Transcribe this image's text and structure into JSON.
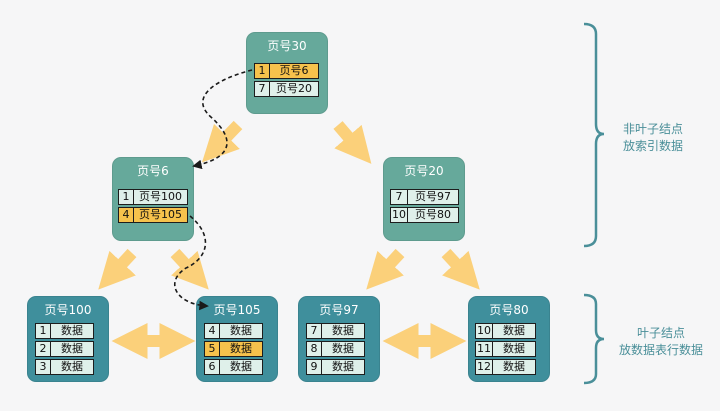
{
  "colors": {
    "internal_node": "#66a99b",
    "leaf_node": "#3f8f9c",
    "cell": "#dff0ea",
    "highlight": "#f6c24c",
    "arrow": "#fbd07a",
    "brace": "#4a8f99",
    "path": "#1a1a1a"
  },
  "root": {
    "title": "页号30",
    "rows": [
      {
        "key": "1",
        "val": "页号6",
        "highlight": true
      },
      {
        "key": "7",
        "val": "页号20",
        "highlight": false
      }
    ]
  },
  "mid_left": {
    "title": "页号6",
    "rows": [
      {
        "key": "1",
        "val": "页号100",
        "highlight": false
      },
      {
        "key": "4",
        "val": "页号105",
        "highlight": true
      }
    ]
  },
  "mid_right": {
    "title": "页号20",
    "rows": [
      {
        "key": "7",
        "val": "页号97",
        "highlight": false
      },
      {
        "key": "10",
        "val": "页号80",
        "highlight": false
      }
    ]
  },
  "leaves": [
    {
      "title": "页号100",
      "rows": [
        {
          "key": "1",
          "val": "数据",
          "highlight": false
        },
        {
          "key": "2",
          "val": "数据",
          "highlight": false
        },
        {
          "key": "3",
          "val": "数据",
          "highlight": false
        }
      ]
    },
    {
      "title": "页号105",
      "rows": [
        {
          "key": "4",
          "val": "数据",
          "highlight": false
        },
        {
          "key": "5",
          "val": "数据",
          "highlight": true
        },
        {
          "key": "6",
          "val": "数据",
          "highlight": false
        }
      ]
    },
    {
      "title": "页号97",
      "rows": [
        {
          "key": "7",
          "val": "数据",
          "highlight": false
        },
        {
          "key": "8",
          "val": "数据",
          "highlight": false
        },
        {
          "key": "9",
          "val": "数据",
          "highlight": false
        }
      ]
    },
    {
      "title": "页号80",
      "rows": [
        {
          "key": "10",
          "val": "数据",
          "highlight": false
        },
        {
          "key": "11",
          "val": "数据",
          "highlight": false
        },
        {
          "key": "12",
          "val": "数据",
          "highlight": false
        }
      ]
    }
  ],
  "labels": {
    "non_leaf_line1": "非叶子结点",
    "non_leaf_line2": "放索引数据",
    "leaf_line1": "叶子结点",
    "leaf_line2": "放数据表行数据"
  }
}
